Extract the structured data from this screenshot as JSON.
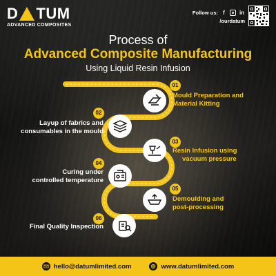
{
  "brand": {
    "name_left": "D",
    "name_right": "TUM",
    "tagline": "ADVANCED COMPOSITES",
    "accent": "#f4c518"
  },
  "social": {
    "label": "Follow us:",
    "icons": [
      "facebook-icon",
      "instagram-icon",
      "linkedin-icon"
    ],
    "fb": "f",
    "in": "in",
    "handle": "/ourdatum"
  },
  "title": {
    "line1": "Process of",
    "line2": "Advanced Composite Manufacturing",
    "line3": "Using Liquid Resin Infusion"
  },
  "steps": [
    {
      "num": "01",
      "label_line1": "Mould Preparation and",
      "label_line2": "Material Kitting",
      "icon": "mould-preparation-icon"
    },
    {
      "num": "02",
      "label_line1": "Layup of fabrics and",
      "label_line2": "consumables in the mould",
      "icon": "fabric-layup-icon"
    },
    {
      "num": "03",
      "label_line1": "Resin Infusion using",
      "label_line2": "vacuum pressure",
      "icon": "resin-infusion-icon"
    },
    {
      "num": "04",
      "label_line1": "Curing under",
      "label_line2": "controlled temperature",
      "icon": "curing-oven-icon"
    },
    {
      "num": "05",
      "label_line1": "Demoulding and",
      "label_line2": "post-processing",
      "icon": "demoulding-icon"
    },
    {
      "num": "06",
      "label_line1": "Final Quality Inspection",
      "label_line2": "",
      "icon": "quality-inspection-icon"
    }
  ],
  "footer": {
    "email": "hello@datumlimited.com",
    "website": "www.datumlimited.com",
    "email_icon": "envelope-icon",
    "web_icon": "globe-icon"
  }
}
